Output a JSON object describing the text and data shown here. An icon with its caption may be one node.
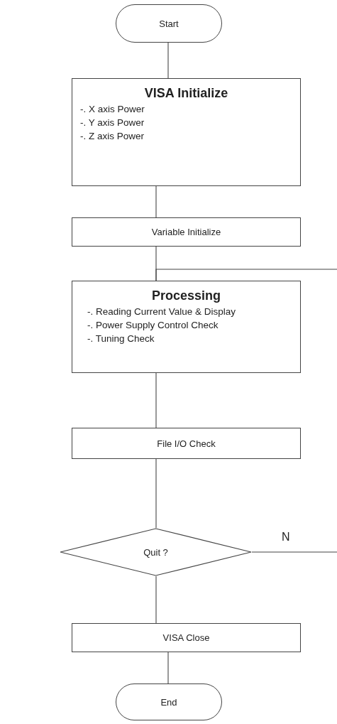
{
  "diagram": {
    "nodes": [
      {
        "text": [
          "Start"
        ]
      },
      {
        "text": [
          "VISA Initialize",
          "-. X axis Power",
          "-. Y axis Power",
          "-. Z axis Power"
        ]
      },
      {
        "text": [
          "Variable Initialize"
        ]
      },
      {
        "text": [
          "Processing",
          "-. Reading Current Value & Display",
          "-. Power Supply Control Check",
          "-. Tuning Check"
        ]
      },
      {
        "text": [
          "File I/O Check"
        ]
      },
      {
        "text": [
          "Quit ?"
        ]
      },
      {
        "text": [
          "VISA Close"
        ]
      },
      {
        "text": [
          "End"
        ]
      }
    ],
    "edges": [
      {
        "from": 0,
        "to": 1,
        "arrow": "none"
      },
      {
        "from": 1,
        "to": 2,
        "arrow": "none"
      },
      {
        "from": 2,
        "to": 3,
        "arrow": "none"
      },
      {
        "from": 3,
        "to": 4,
        "arrow": "none"
      },
      {
        "from": 4,
        "to": 5,
        "arrow": "none"
      },
      {
        "from": 5,
        "to": 6,
        "arrow": "none"
      },
      {
        "from": 6,
        "to": 7,
        "arrow": "none"
      },
      {
        "from": 5,
        "to": null,
        "arrow": "none",
        "label": "N"
      },
      {
        "from": null,
        "to": 3,
        "arrow": "none"
      }
    ]
  }
}
